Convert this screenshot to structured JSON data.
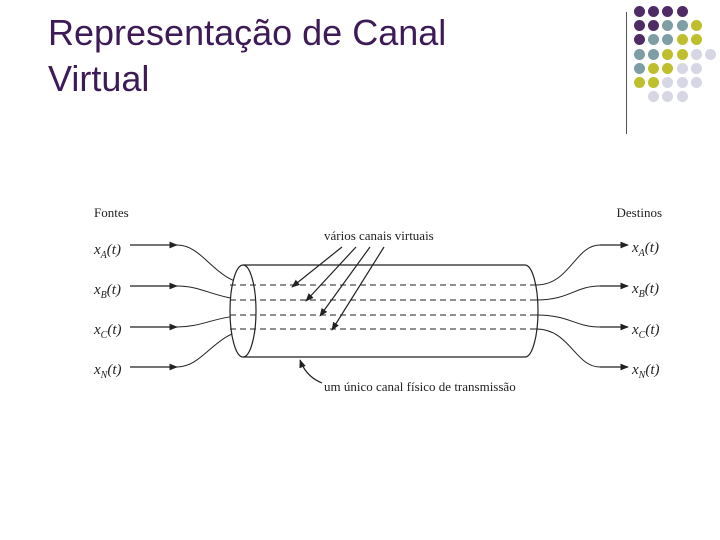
{
  "slide": {
    "title_line1": "Representação de Canal",
    "title_line2": "Virtual"
  },
  "decor": {
    "colors": {
      "purple": "#4f2b66",
      "teal": "#7f9da4",
      "olive": "#bfbf2e",
      "lavender": "#d6d6e4",
      "title": "#3d1b57"
    }
  },
  "diagram": {
    "left_header": "Fontes",
    "right_header": "Destinos",
    "top_annotation": "vários canais virtuais",
    "bottom_annotation": "um único canal físico de transmissão",
    "sources": [
      {
        "x": "x",
        "sub": "A",
        "t": "(t)"
      },
      {
        "x": "x",
        "sub": "B",
        "t": "(t)"
      },
      {
        "x": "x",
        "sub": "C",
        "t": "(t)"
      },
      {
        "x": "x",
        "sub": "N",
        "t": "(t)"
      }
    ],
    "destinations": [
      {
        "x": "x",
        "sub": "A",
        "t": "(t)"
      },
      {
        "x": "x",
        "sub": "B",
        "t": "(t)"
      },
      {
        "x": "x",
        "sub": "C",
        "t": "(t)"
      },
      {
        "x": "x",
        "sub": "N",
        "t": "(t)"
      }
    ]
  }
}
